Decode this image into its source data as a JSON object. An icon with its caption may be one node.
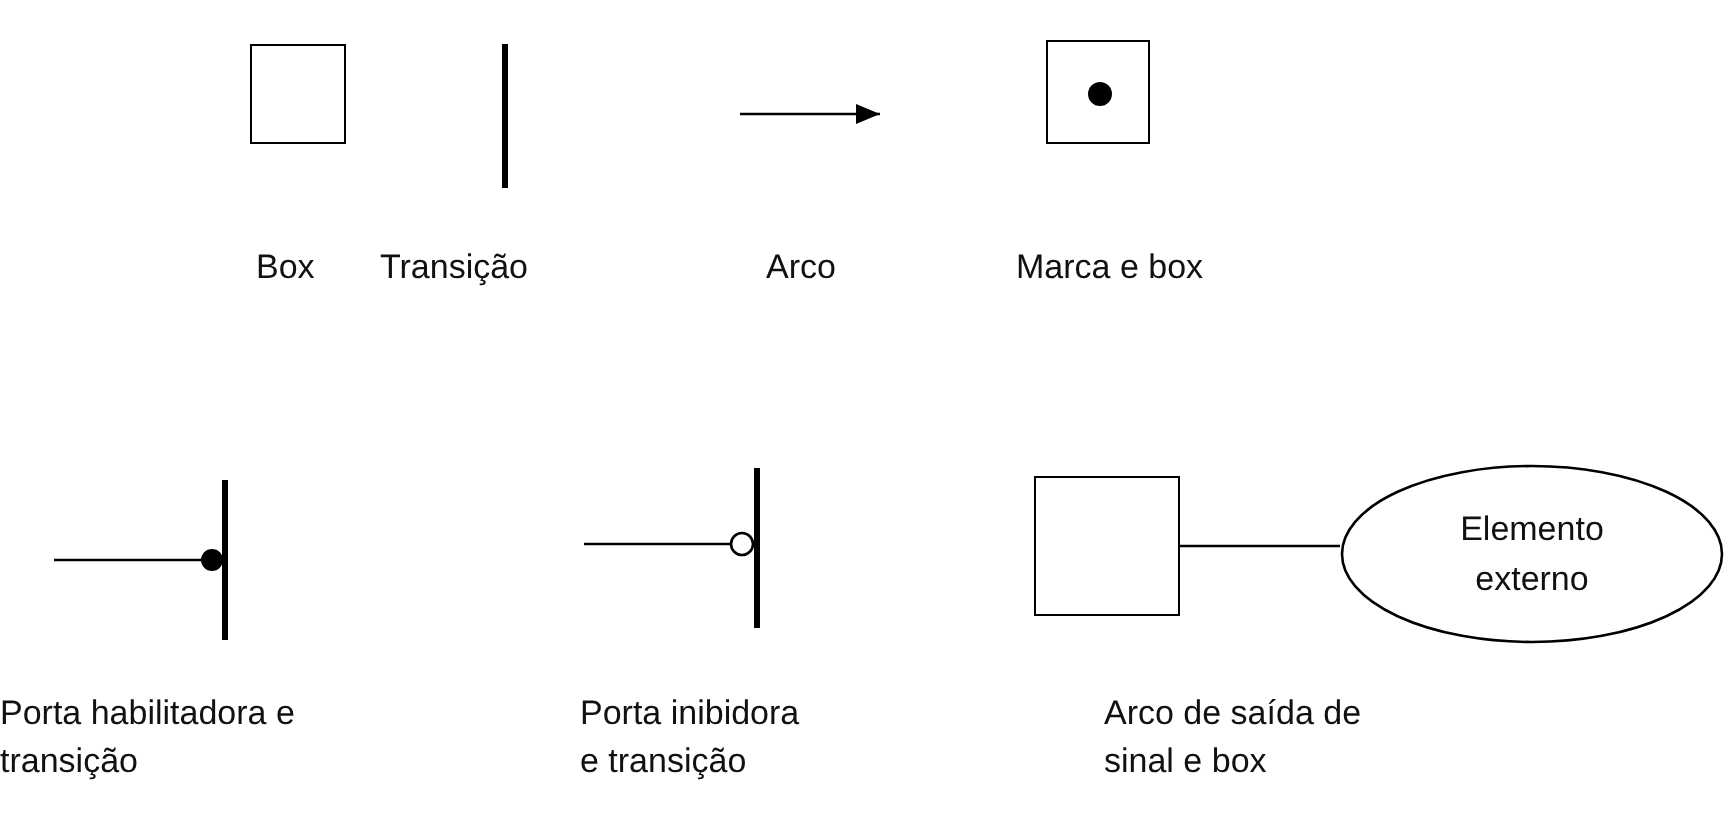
{
  "diagram": {
    "nodes": [
      {
        "text": [],
        "shape": "box",
        "beside": [
          "Box"
        ]
      },
      {
        "text": [],
        "shape": "bar",
        "beside": [
          "Transição"
        ]
      },
      {
        "text": [],
        "shape": "box",
        "beside": [
          "Marca e box"
        ]
      },
      {
        "text": [],
        "shape": "circle",
        "in": 2
      },
      {
        "text": [],
        "shape": "bar",
        "beside": [
          "Porta habilitadora e transição"
        ]
      },
      {
        "text": [],
        "shape": "bar",
        "beside": [
          "Porta inibidora e transição"
        ]
      },
      {
        "text": [],
        "shape": "box"
      },
      {
        "text": [
          "Elemento externo"
        ]
      }
    ],
    "edges": [
      {
        "from": null,
        "to": 4,
        "arrow": "other"
      },
      {
        "from": null,
        "to": 5,
        "arrow": "other"
      },
      {
        "from": 6,
        "to": 7,
        "arrow": "none"
      }
    ],
    "labels": [
      "Arco",
      "Arco de saída de sinal e box"
    ]
  }
}
